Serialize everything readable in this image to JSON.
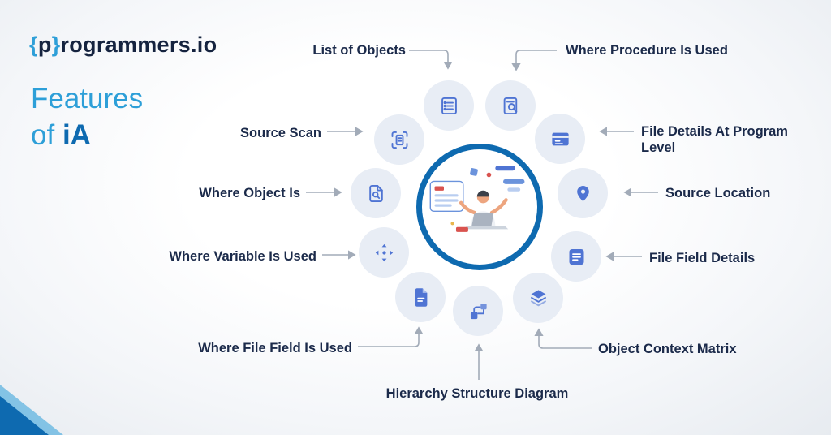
{
  "logo": {
    "brace_open": "{",
    "p_letter": "p",
    "brace_close": "}",
    "suffix": "rogrammers.io"
  },
  "title": {
    "line1": "Features",
    "line2_word": "of",
    "line2_highlight": "iA"
  },
  "features": [
    {
      "label": "List of Objects",
      "icon": "list-clipboard-icon"
    },
    {
      "label": "Where Procedure Is Used",
      "icon": "document-search-icon"
    },
    {
      "label": "Source Scan",
      "icon": "scan-icon"
    },
    {
      "label": "File Details At Program Level",
      "icon": "card-icon"
    },
    {
      "label": "Where Object Is",
      "icon": "file-search-icon"
    },
    {
      "label": "Source Location",
      "icon": "location-pin-icon"
    },
    {
      "label": "Where Variable Is Used",
      "icon": "move-arrows-icon"
    },
    {
      "label": "File Field Details",
      "icon": "file-lines-icon"
    },
    {
      "label": "Where File Field Is Used",
      "icon": "document-icon"
    },
    {
      "label": "Hierarchy Structure Diagram",
      "icon": "hierarchy-icon"
    },
    {
      "label": "Object Context Matrix",
      "icon": "layers-icon"
    }
  ],
  "colors": {
    "brand_navy": "#15233f",
    "light_blue": "#2d9fd8",
    "accent_blue": "#0e6ab0",
    "icon_blue": "#4f74d3",
    "icon_circle_bg": "#e8edf5",
    "label_text": "#1b2a4a",
    "arrow_gray": "#a2abb8",
    "illustration_red": "#d9534f"
  }
}
